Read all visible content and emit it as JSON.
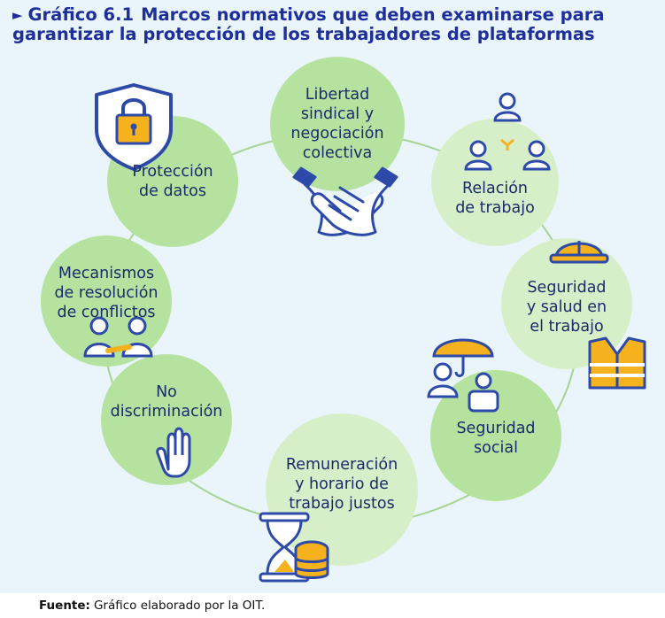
{
  "header": {
    "prefix": "Gráfico 6.1",
    "title_line1": "Marcos normativos que deben examinarse para",
    "title_line2": "garantizar la protección de los trabajadores de plataformas"
  },
  "nodes": [
    {
      "id": "libertad",
      "label": "Libertad\nsindical y\nnegociación\ncolectiva",
      "icon": "handshake-icon"
    },
    {
      "id": "relacion",
      "label": "Relación\nde trabajo",
      "icon": "hierarchy-people-icon"
    },
    {
      "id": "seguridad-salud",
      "label": "Seguridad\ny salud en\nel trabajo",
      "icon": "hardhat-vest-icon"
    },
    {
      "id": "seguridad-social",
      "label": "Seguridad\nsocial",
      "icon": "umbrella-people-icon"
    },
    {
      "id": "remuneracion",
      "label": "Remuneración\ny horario de\ntrabajo justos",
      "icon": "hourglass-coins-icon"
    },
    {
      "id": "no-discriminacion",
      "label": "No\ndiscriminación",
      "icon": "stop-hand-icon"
    },
    {
      "id": "mecanismos",
      "label": "Mecanismos\nde resolución\nde conflictos",
      "icon": "two-people-icon"
    },
    {
      "id": "proteccion",
      "label": "Protección\nde datos",
      "icon": "shield-lock-icon"
    }
  ],
  "source": {
    "label": "Fuente:",
    "text": "Gráfico elaborado por la OIT."
  },
  "colors": {
    "panel": "#eaf5fb",
    "title": "#1f2f9a",
    "circle_dark": "#b6e2a0",
    "circle_light": "#d7efc8",
    "ring": "#a6d391",
    "icon_blue": "#2d4aa8",
    "icon_yellow": "#f5b21c"
  }
}
